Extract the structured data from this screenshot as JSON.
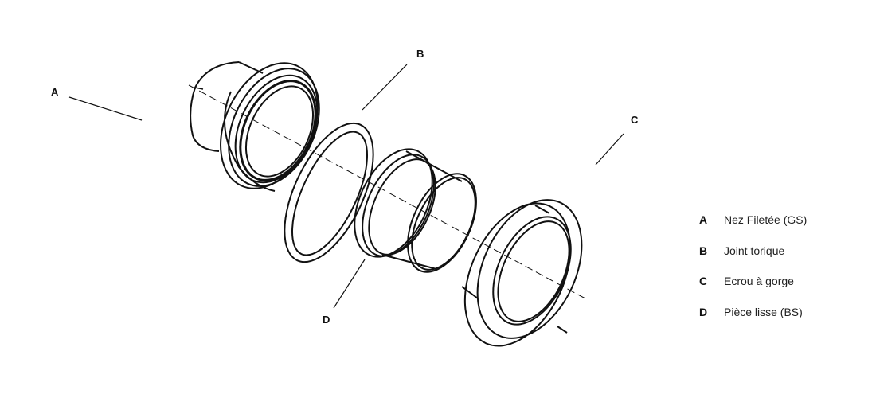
{
  "diagram": {
    "callouts": [
      "A",
      "B",
      "C",
      "D"
    ],
    "legend": [
      {
        "key": "A",
        "label": "Nez Filetée (GS)"
      },
      {
        "key": "B",
        "label": "Joint torique"
      },
      {
        "key": "C",
        "label": "Ecrou à gorge"
      },
      {
        "key": "D",
        "label": "Pièce lisse (BS)"
      }
    ],
    "line_color": "#111111"
  }
}
